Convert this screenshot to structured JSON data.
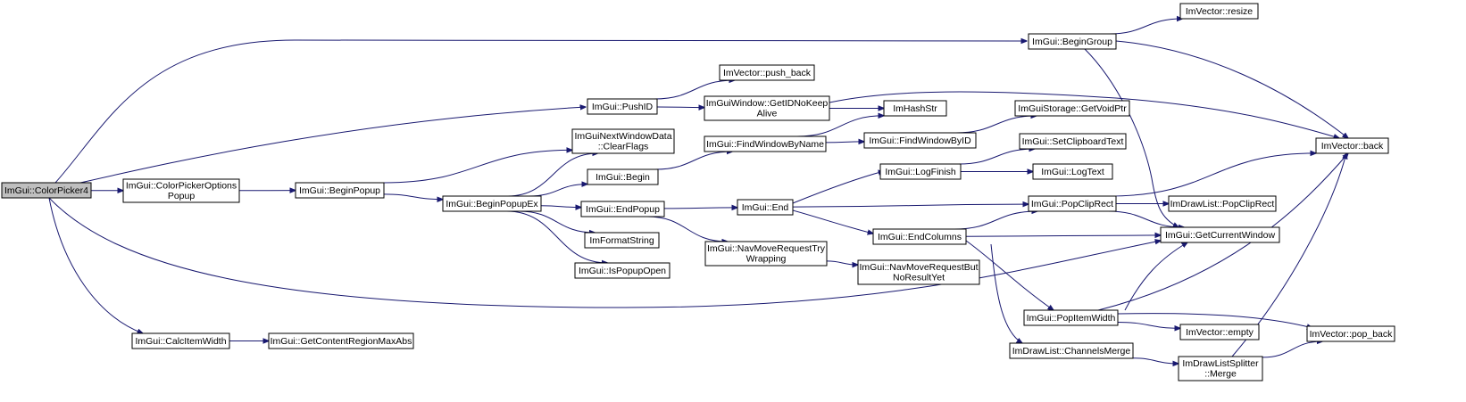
{
  "graph": {
    "edge_color": "#191970",
    "root_fill": "#bfbfbf",
    "nodes": [
      {
        "id": "colorpicker4",
        "lines": [
          "ImGui::ColorPicker4"
        ],
        "root": true
      },
      {
        "id": "colorpickeroptionspopup",
        "lines": [
          "ImGui::ColorPickerOptions",
          "Popup"
        ]
      },
      {
        "id": "beginpopup",
        "lines": [
          "ImGui::BeginPopup"
        ]
      },
      {
        "id": "beginpopupex",
        "lines": [
          "ImGui::BeginPopupEx"
        ]
      },
      {
        "id": "nextwindowdata_clearflags",
        "lines": [
          "ImGuiNextWindowData",
          "::ClearFlags"
        ]
      },
      {
        "id": "begin",
        "lines": [
          "ImGui::Begin"
        ]
      },
      {
        "id": "endpopup",
        "lines": [
          "ImGui::EndPopup"
        ]
      },
      {
        "id": "imformatstring",
        "lines": [
          "ImFormatString"
        ]
      },
      {
        "id": "ispopupopen",
        "lines": [
          "ImGui::IsPopupOpen"
        ]
      },
      {
        "id": "pushid",
        "lines": [
          "ImGui::PushID"
        ]
      },
      {
        "id": "push_back",
        "lines": [
          "ImVector::push_back"
        ]
      },
      {
        "id": "getidnokeepalive",
        "lines": [
          "ImGuiWindow::GetIDNoKeep",
          "Alive"
        ]
      },
      {
        "id": "findwindowbyname",
        "lines": [
          "ImGui::FindWindowByName"
        ]
      },
      {
        "id": "end",
        "lines": [
          "ImGui::End"
        ]
      },
      {
        "id": "navmoverequesttrywrapping",
        "lines": [
          "ImGui::NavMoveRequestTry",
          "Wrapping"
        ]
      },
      {
        "id": "imhashstr",
        "lines": [
          "ImHashStr"
        ]
      },
      {
        "id": "findwindowbyid",
        "lines": [
          "ImGui::FindWindowByID"
        ]
      },
      {
        "id": "logfinish",
        "lines": [
          "ImGui::LogFinish"
        ]
      },
      {
        "id": "endcolumns",
        "lines": [
          "ImGui::EndColumns"
        ]
      },
      {
        "id": "navmoverequestbutnoresultyet",
        "lines": [
          "ImGui::NavMoveRequestBut",
          "NoResultYet"
        ]
      },
      {
        "id": "begingroup",
        "lines": [
          "ImGui::BeginGroup"
        ]
      },
      {
        "id": "getvoidptr",
        "lines": [
          "ImGuiStorage::GetVoidPtr"
        ]
      },
      {
        "id": "setclipboardtext",
        "lines": [
          "ImGui::SetClipboardText"
        ]
      },
      {
        "id": "logtext",
        "lines": [
          "ImGui::LogText"
        ]
      },
      {
        "id": "popcliprect",
        "lines": [
          "ImGui::PopClipRect"
        ]
      },
      {
        "id": "popitemwidth",
        "lines": [
          "ImGui::PopItemWidth"
        ]
      },
      {
        "id": "channelsmerge",
        "lines": [
          "ImDrawList::ChannelsMerge"
        ]
      },
      {
        "id": "resize",
        "lines": [
          "ImVector::resize"
        ]
      },
      {
        "id": "drawlist_popcliprect",
        "lines": [
          "ImDrawList::PopClipRect"
        ]
      },
      {
        "id": "getcurrentwindow",
        "lines": [
          "ImGui::GetCurrentWindow"
        ]
      },
      {
        "id": "empty",
        "lines": [
          "ImVector::empty"
        ]
      },
      {
        "id": "splitter_merge",
        "lines": [
          "ImDrawListSplitter",
          "::Merge"
        ]
      },
      {
        "id": "back",
        "lines": [
          "ImVector::back"
        ]
      },
      {
        "id": "pop_back",
        "lines": [
          "ImVector::pop_back"
        ]
      },
      {
        "id": "calcitemwidth",
        "lines": [
          "ImGui::CalcItemWidth"
        ]
      },
      {
        "id": "getcontentregionmaxabs",
        "lines": [
          "ImGui::GetContentRegionMaxAbs"
        ]
      }
    ],
    "edges": [
      {
        "from": "colorpicker4",
        "to": "colorpickeroptionspopup"
      },
      {
        "from": "colorpicker4",
        "to": "pushid"
      },
      {
        "from": "colorpicker4",
        "to": "begingroup"
      },
      {
        "from": "colorpicker4",
        "to": "getcurrentwindow"
      },
      {
        "from": "colorpicker4",
        "to": "calcitemwidth"
      },
      {
        "from": "colorpickeroptionspopup",
        "to": "beginpopup"
      },
      {
        "from": "beginpopup",
        "to": "beginpopupex"
      },
      {
        "from": "beginpopup",
        "to": "nextwindowdata_clearflags"
      },
      {
        "from": "beginpopupex",
        "to": "nextwindowdata_clearflags"
      },
      {
        "from": "beginpopupex",
        "to": "begin"
      },
      {
        "from": "beginpopupex",
        "to": "endpopup"
      },
      {
        "from": "beginpopupex",
        "to": "imformatstring"
      },
      {
        "from": "beginpopupex",
        "to": "ispopupopen"
      },
      {
        "from": "begin",
        "to": "findwindowbyname"
      },
      {
        "from": "endpopup",
        "to": "end"
      },
      {
        "from": "endpopup",
        "to": "navmoverequesttrywrapping"
      },
      {
        "from": "pushid",
        "to": "push_back"
      },
      {
        "from": "pushid",
        "to": "getidnokeepalive"
      },
      {
        "from": "getidnokeepalive",
        "to": "imhashstr"
      },
      {
        "from": "getidnokeepalive",
        "to": "back"
      },
      {
        "from": "findwindowbyname",
        "to": "imhashstr"
      },
      {
        "from": "findwindowbyname",
        "to": "findwindowbyid"
      },
      {
        "from": "findwindowbyid",
        "to": "getvoidptr"
      },
      {
        "from": "end",
        "to": "logfinish"
      },
      {
        "from": "end",
        "to": "popcliprect"
      },
      {
        "from": "end",
        "to": "endcolumns"
      },
      {
        "from": "navmoverequesttrywrapping",
        "to": "navmoverequestbutnoresultyet"
      },
      {
        "from": "logfinish",
        "to": "setclipboardtext"
      },
      {
        "from": "logfinish",
        "to": "logtext"
      },
      {
        "from": "endcolumns",
        "to": "popcliprect"
      },
      {
        "from": "endcolumns",
        "to": "getcurrentwindow"
      },
      {
        "from": "endcolumns",
        "to": "popitemwidth"
      },
      {
        "from": "endcolumns",
        "to": "channelsmerge"
      },
      {
        "from": "begingroup",
        "to": "resize"
      },
      {
        "from": "begingroup",
        "to": "back"
      },
      {
        "from": "begingroup",
        "to": "getcurrentwindow"
      },
      {
        "from": "popcliprect",
        "to": "drawlist_popcliprect"
      },
      {
        "from": "popcliprect",
        "to": "getcurrentwindow"
      },
      {
        "from": "popcliprect",
        "to": "back"
      },
      {
        "from": "popitemwidth",
        "to": "getcurrentwindow"
      },
      {
        "from": "popitemwidth",
        "to": "empty"
      },
      {
        "from": "popitemwidth",
        "to": "pop_back"
      },
      {
        "from": "popitemwidth",
        "to": "back"
      },
      {
        "from": "channelsmerge",
        "to": "splitter_merge"
      },
      {
        "from": "splitter_merge",
        "to": "back"
      },
      {
        "from": "splitter_merge",
        "to": "pop_back"
      },
      {
        "from": "calcitemwidth",
        "to": "getcontentregionmaxabs"
      }
    ]
  }
}
